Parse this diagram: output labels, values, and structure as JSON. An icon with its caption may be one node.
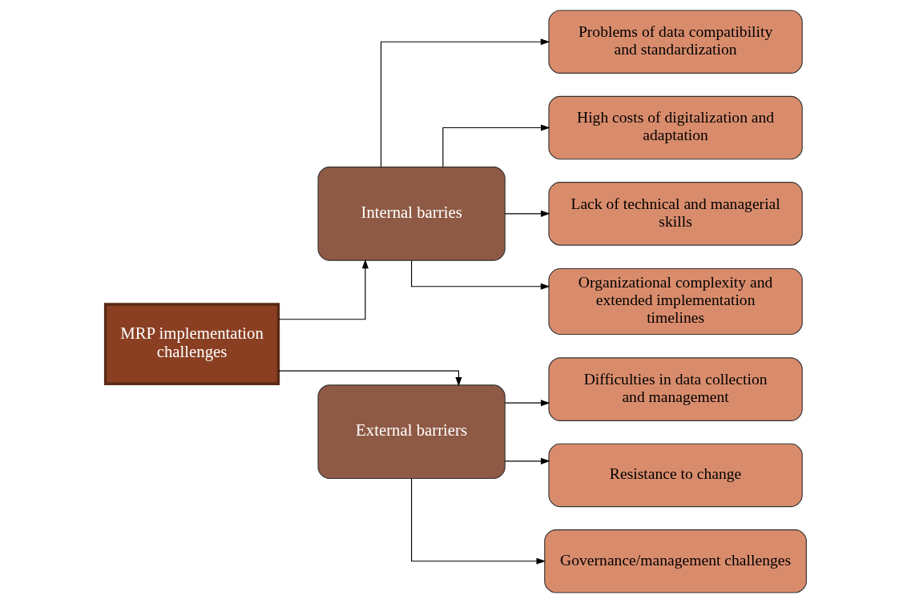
{
  "diagram": {
    "nodes": [
      {
        "text": [
          "MRP implementation challenges"
        ]
      },
      {
        "text": [
          "Internal barries"
        ]
      },
      {
        "text": [
          "External barriers"
        ]
      },
      {
        "text": [
          "Problems of data compatibility and standardization"
        ]
      },
      {
        "text": [
          "High costs of digitalization and adaptation"
        ]
      },
      {
        "text": [
          "Lack of technical and managerial skills"
        ]
      },
      {
        "text": [
          "Organizational complexity and extended implementation timelines"
        ]
      },
      {
        "text": [
          "Difficulties in data collection and management"
        ]
      },
      {
        "text": [
          "Resistance to change"
        ]
      },
      {
        "text": [
          "Governance/management challenges"
        ]
      }
    ],
    "edges": [
      {
        "from": 0,
        "to": 1,
        "arrow": "to"
      },
      {
        "from": 0,
        "to": 2,
        "arrow": "to"
      },
      {
        "from": 1,
        "to": 3,
        "arrow": "to"
      },
      {
        "from": 1,
        "to": 4,
        "arrow": "to"
      },
      {
        "from": 1,
        "to": 5,
        "arrow": "to"
      },
      {
        "from": 1,
        "to": 6,
        "arrow": "to"
      },
      {
        "from": 2,
        "to": 7,
        "arrow": "to"
      },
      {
        "from": 2,
        "to": 8,
        "arrow": "to"
      },
      {
        "from": 2,
        "to": 9,
        "arrow": "to"
      }
    ]
  }
}
